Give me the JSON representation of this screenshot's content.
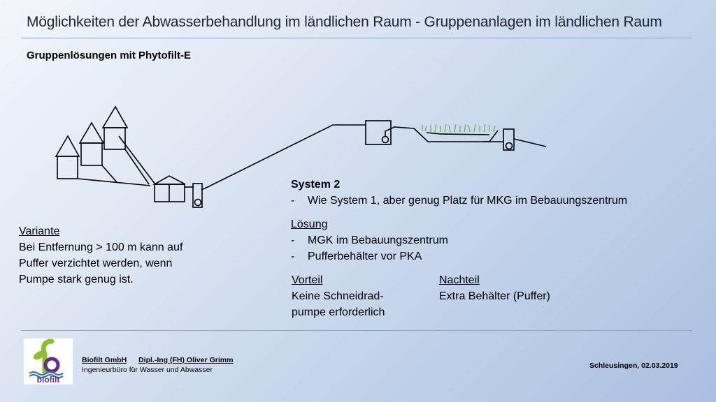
{
  "header": {
    "title": "Möglichkeiten der Abwasserbehandlung im ländlichen Raum - Gruppenanlagen im ländlichen Raum",
    "subtitle": "Gruppenlösungen mit Phytofilt-E"
  },
  "left_note": {
    "heading": "Variante",
    "lines": [
      "Bei Entfernung > 100 m kann auf",
      "Puffer verzichtet werden, wenn",
      "Pumpe stark genug ist."
    ]
  },
  "system": {
    "heading": "System 2",
    "bullet": "Wie System 1, aber genug Platz für MKG im Bebauungszentrum",
    "solution_heading": "Lösung",
    "solution_items": [
      "MGK im Bebauungszentrum",
      "Pufferbehälter vor PKA"
    ],
    "pro_heading": "Vorteil",
    "pro_lines": [
      "Keine Schneidrad-",
      "pumpe erforderlich"
    ],
    "con_heading": "Nachteil",
    "con_lines": [
      "Extra Behälter (Puffer)"
    ],
    "dash": "-"
  },
  "footer": {
    "company": "Biofilt GmbH",
    "person": "Dipl.-Ing (FH) Oliver Grimm",
    "description": "Ingenieurbüro für Wasser und Abwasser",
    "date": "Schleusingen, 02.03.2019",
    "logo_text": "biofilt"
  },
  "colors": {
    "rule": "#8ba6d0",
    "logo_green": "#8cbf2a",
    "logo_purple": "#6a2a8a",
    "logo_blue": "#2f6fb5",
    "reeds": "#6bab4a"
  }
}
